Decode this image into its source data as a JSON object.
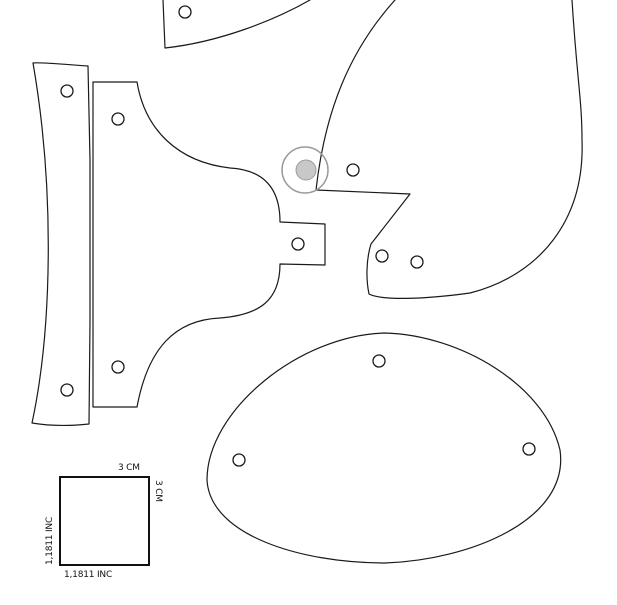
{
  "scale_key": {
    "top_label": "3 CM",
    "right_label": "3 CM",
    "left_label": "1,1811 INC",
    "bottom_label": "1,1811 INC"
  },
  "cursor": {
    "ring_color": "#9a9a9a",
    "dot_color": "#c8c8c8"
  },
  "line_color": "#1a1a1a"
}
